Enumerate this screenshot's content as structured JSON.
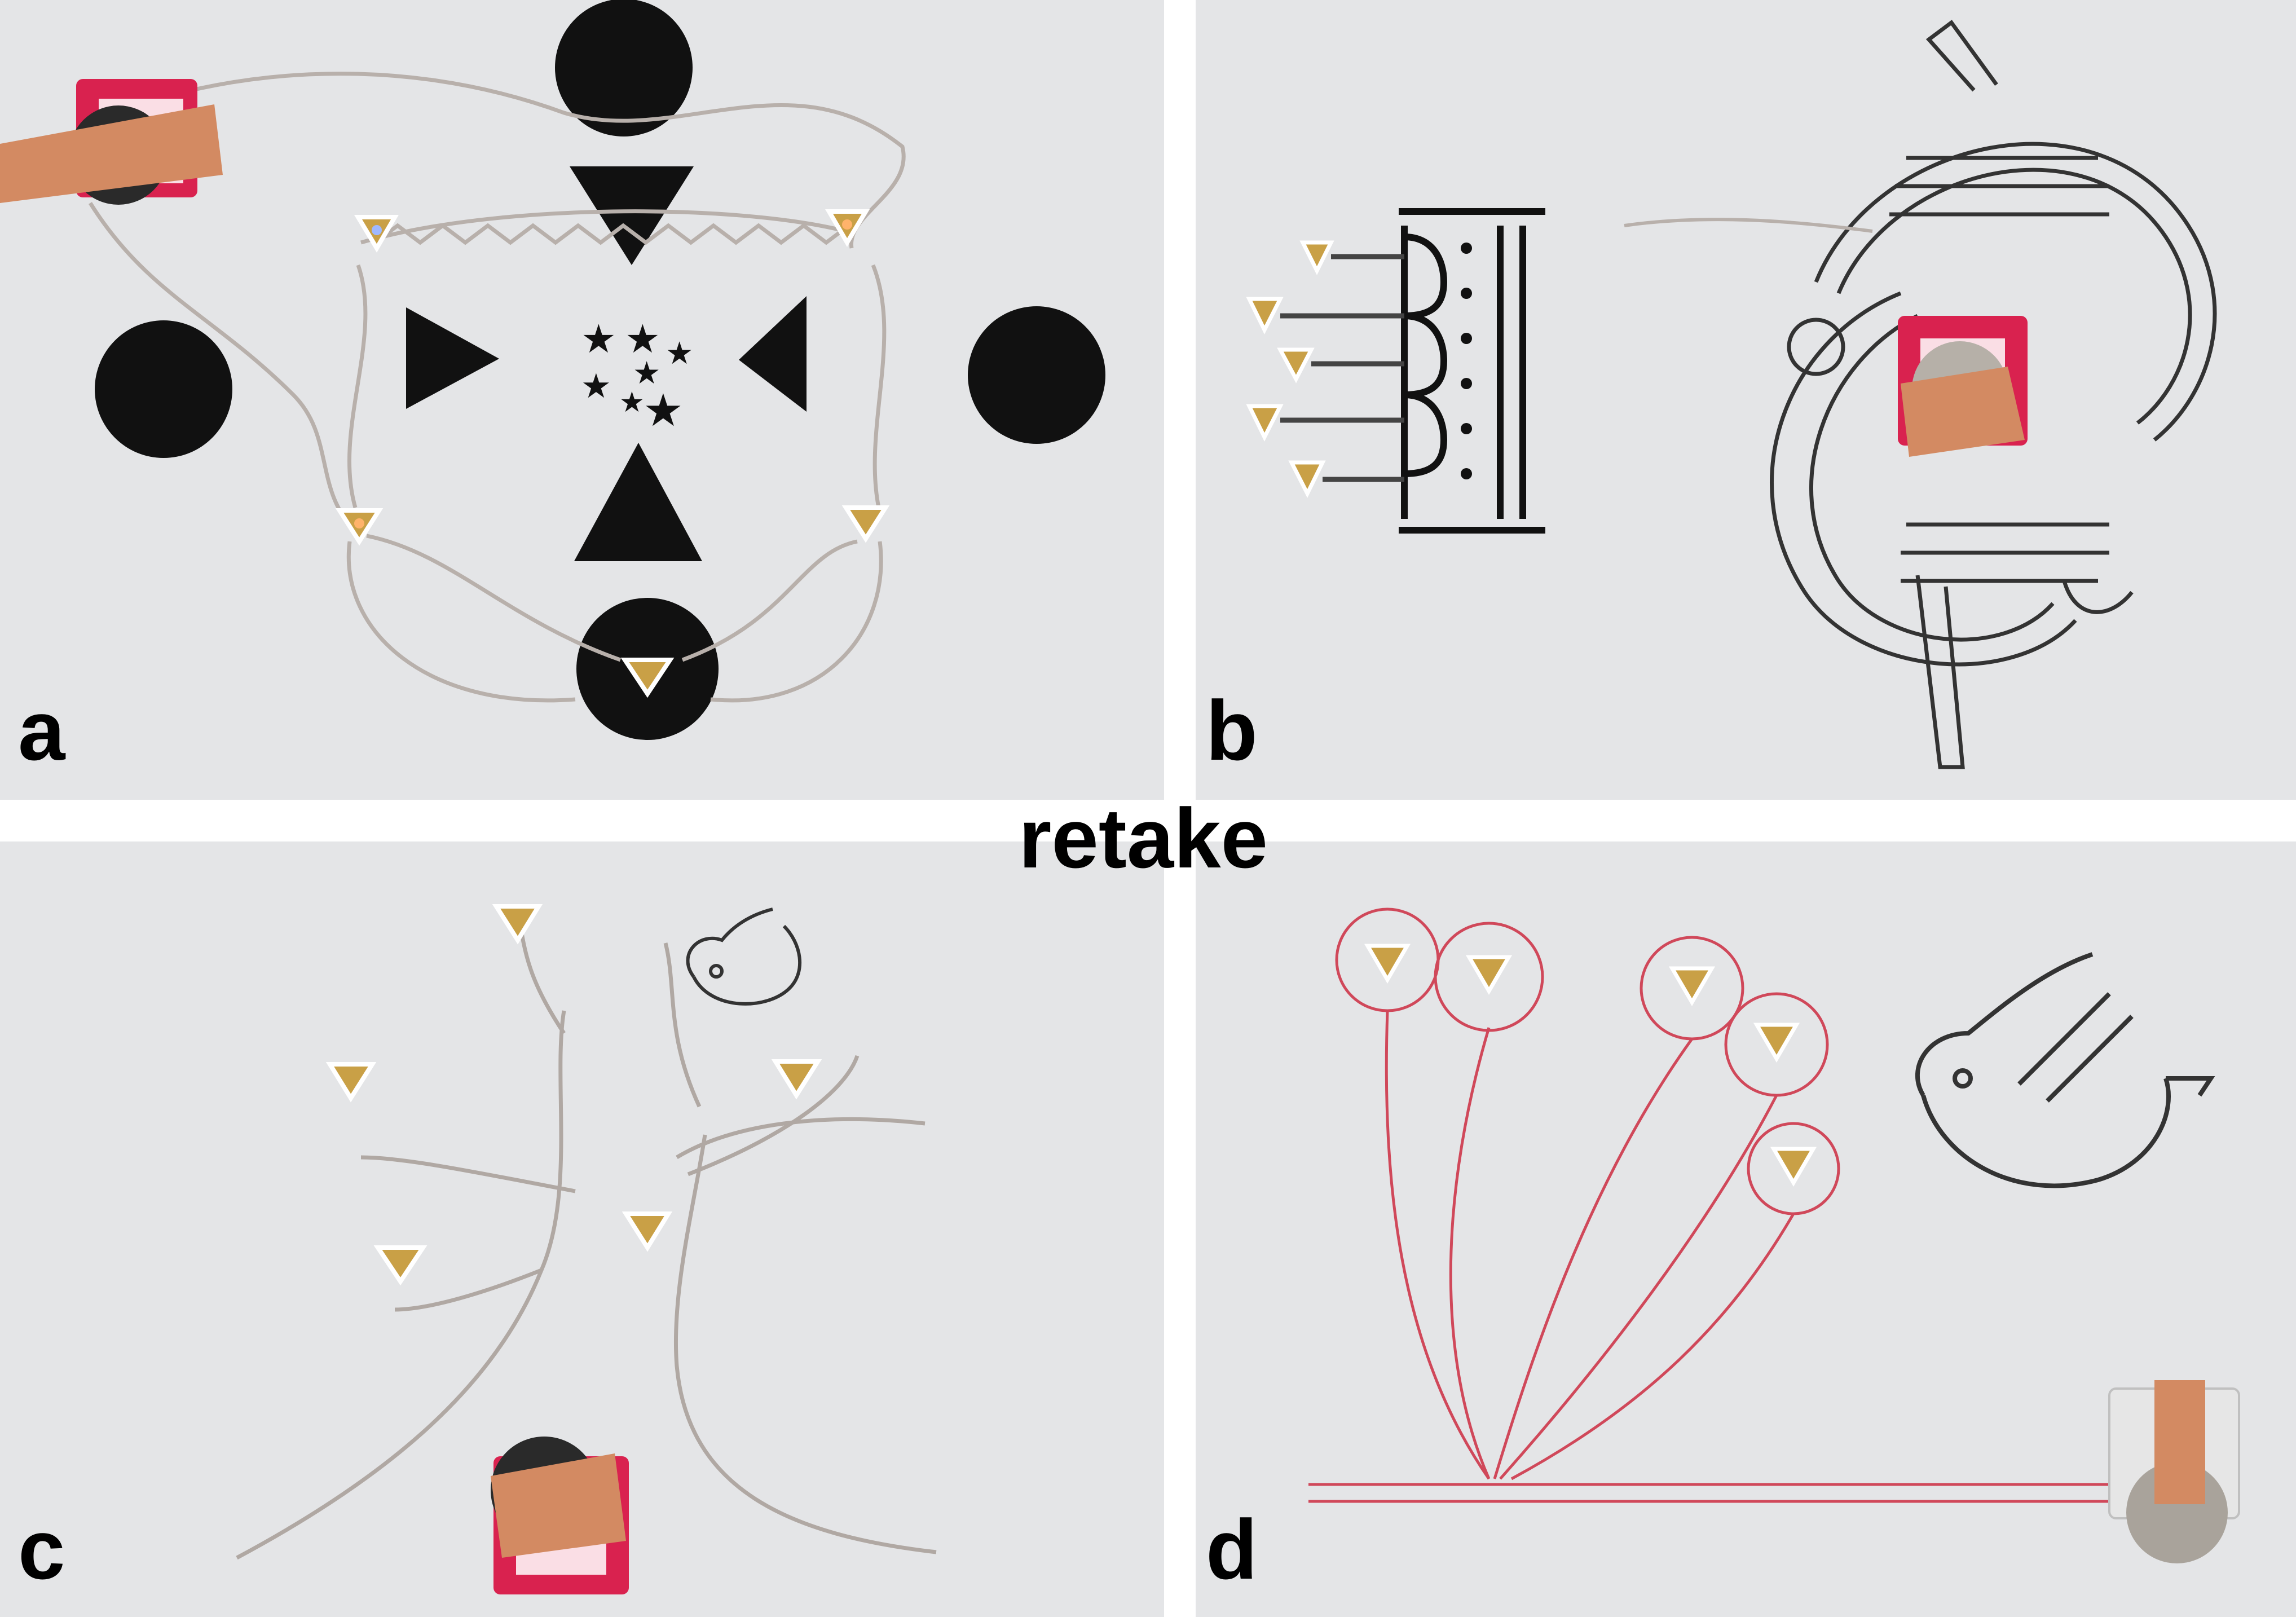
{
  "panels": [
    {
      "label": "a"
    },
    {
      "label": "b"
    },
    {
      "label": "c"
    },
    {
      "label": "d"
    }
  ],
  "overlay_text": "retake",
  "colors": {
    "paper": "#e4e5e7",
    "ink": "#111111",
    "trace": "#b8b0ab",
    "copper": "#d38a62",
    "red_pen": "#d0485a",
    "battery_red": "#d9224f"
  }
}
